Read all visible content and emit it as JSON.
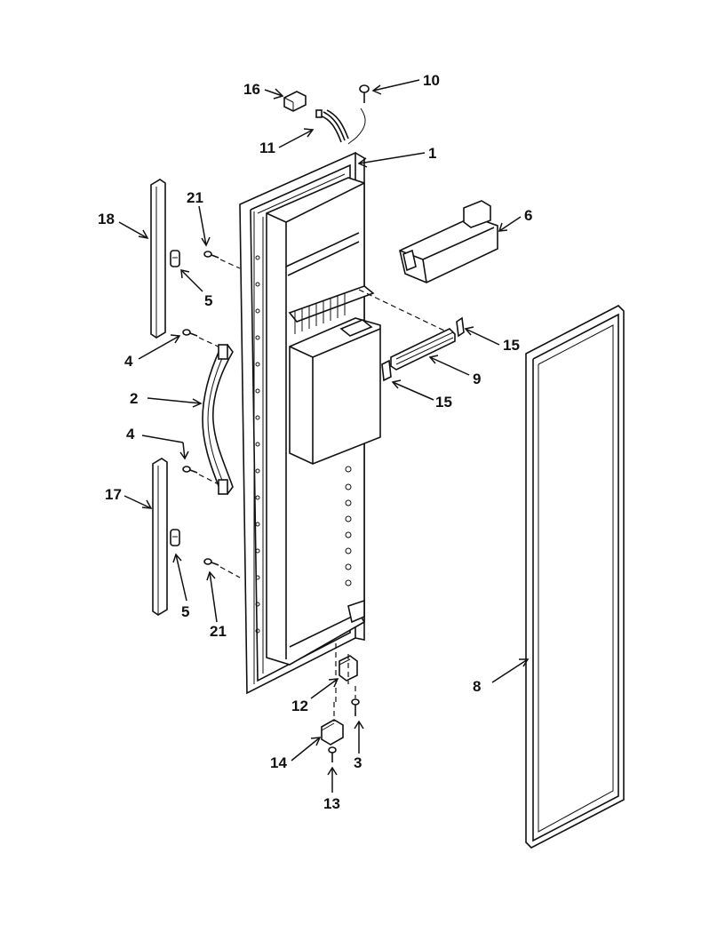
{
  "diagram": {
    "colors": {
      "line": "#111111",
      "background": "#ffffff"
    },
    "callouts": [
      {
        "id": "c16",
        "label": "16"
      },
      {
        "id": "c10",
        "label": "10"
      },
      {
        "id": "c11",
        "label": "11"
      },
      {
        "id": "c1",
        "label": "1"
      },
      {
        "id": "c6",
        "label": "6"
      },
      {
        "id": "c18",
        "label": "18"
      },
      {
        "id": "c21a",
        "label": "21"
      },
      {
        "id": "c5a",
        "label": "5"
      },
      {
        "id": "c4a",
        "label": "4"
      },
      {
        "id": "c2",
        "label": "2"
      },
      {
        "id": "c15a",
        "label": "15"
      },
      {
        "id": "c9",
        "label": "9"
      },
      {
        "id": "c15b",
        "label": "15"
      },
      {
        "id": "c4b",
        "label": "4"
      },
      {
        "id": "c17",
        "label": "17"
      },
      {
        "id": "c5b",
        "label": "5"
      },
      {
        "id": "c21b",
        "label": "21"
      },
      {
        "id": "c8",
        "label": "8"
      },
      {
        "id": "c12",
        "label": "12"
      },
      {
        "id": "c3",
        "label": "3"
      },
      {
        "id": "c14",
        "label": "14"
      },
      {
        "id": "c13",
        "label": "13"
      }
    ]
  }
}
